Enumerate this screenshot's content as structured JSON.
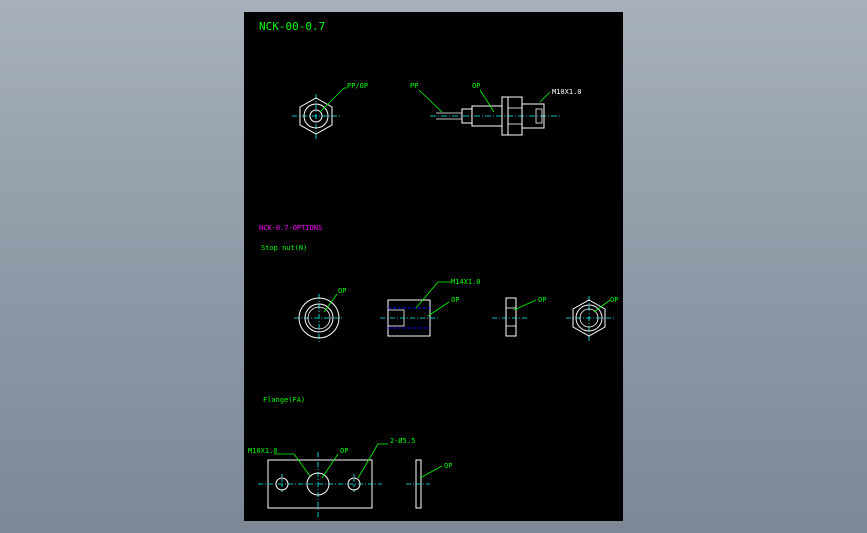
{
  "drawing": {
    "title": "NCK-00-0.7",
    "top_view": {
      "label": "PP/OP"
    },
    "side_view": {
      "pp_label": "PP",
      "op_label": "OP",
      "thread_label": "M10X1.0"
    },
    "options": {
      "heading": "NCK-0.7-OPTIONS",
      "stop_nut_label": "Stop nut(N)",
      "stop_nut_front_label": "OP",
      "stop_nut_section_thread": "M14X1.0",
      "stop_nut_section_label": "OP",
      "stop_nut_side_label": "OP",
      "stop_nut_hex_label": "OP",
      "flange_label": "Flange(FA)",
      "flange_thread": "M10X1.0",
      "flange_center_label": "OP",
      "flange_hole_label": "2-Ø5.5",
      "flange_side_label": "OP"
    },
    "colors": {
      "background": "#000000",
      "outline": "#ffffff",
      "centerline": "#00ffff",
      "label": "#00ff00",
      "heading": "#ff00ff",
      "hidden": "#0000ff"
    }
  }
}
